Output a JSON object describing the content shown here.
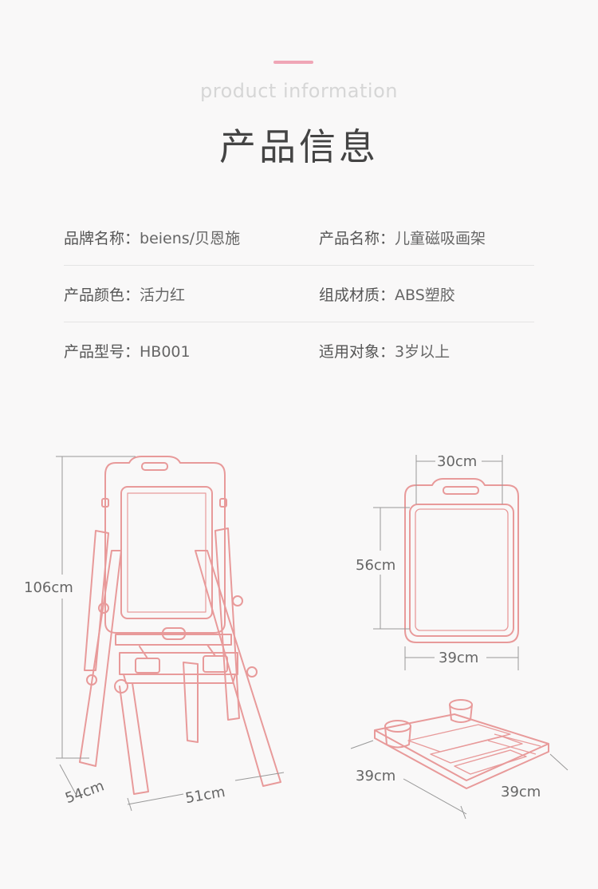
{
  "header": {
    "subtitle": "product information",
    "title": "产品信息",
    "accent_color": "#f0a6b6"
  },
  "info": {
    "rows": [
      [
        {
          "label": "品牌名称：",
          "value": "beiens/贝恩施"
        },
        {
          "label": "产品名称：",
          "value": "儿童磁吸画架"
        }
      ],
      [
        {
          "label": "产品颜色：",
          "value": "活力红"
        },
        {
          "label": "组成材质：",
          "value": "ABS塑胶"
        }
      ],
      [
        {
          "label": "产品型号：",
          "value": "HB001"
        },
        {
          "label": "适用对象：",
          "value": "3岁以上"
        }
      ]
    ]
  },
  "dimensions": {
    "easel_height": "106cm",
    "easel_depth": "54cm",
    "easel_width": "51cm",
    "board_width_inner": "30cm",
    "board_height": "56cm",
    "board_width_outer": "39cm",
    "tray_depth": "39cm",
    "tray_width": "39cm",
    "line_color": "#e89a9a"
  }
}
